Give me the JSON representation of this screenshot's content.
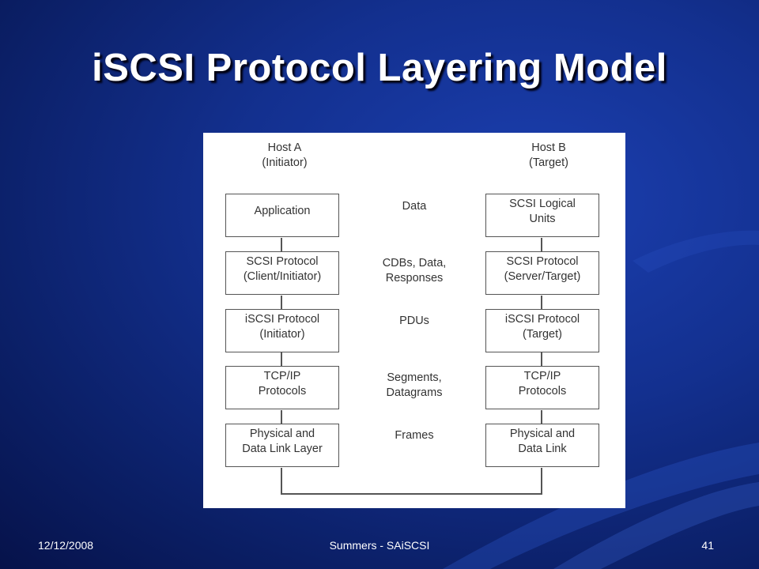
{
  "slide": {
    "title": "iSCSI Protocol Layering Model"
  },
  "diagram": {
    "host_a": {
      "name": "Host A",
      "role": "(Initiator)"
    },
    "host_b": {
      "name": "Host B",
      "role": "(Target)"
    },
    "left_layers": [
      "Application",
      "SCSI Protocol\n(Client/Initiator)",
      "iSCSI Protocol\n(Initiator)",
      "TCP/IP\nProtocols",
      "Physical and\nData Link Layer"
    ],
    "middle_labels": [
      "Data",
      "CDBs, Data,\nResponses",
      "PDUs",
      "Segments,\nDatagrams",
      "Frames"
    ],
    "right_layers": [
      "SCSI Logical\nUnits",
      "SCSI Protocol\n(Server/Target)",
      "iSCSI Protocol\n(Target)",
      "TCP/IP\nProtocols",
      "Physical and\nData Link"
    ]
  },
  "footer": {
    "date": "12/12/2008",
    "center": "Summers - SAiSCSI",
    "page": "41"
  }
}
